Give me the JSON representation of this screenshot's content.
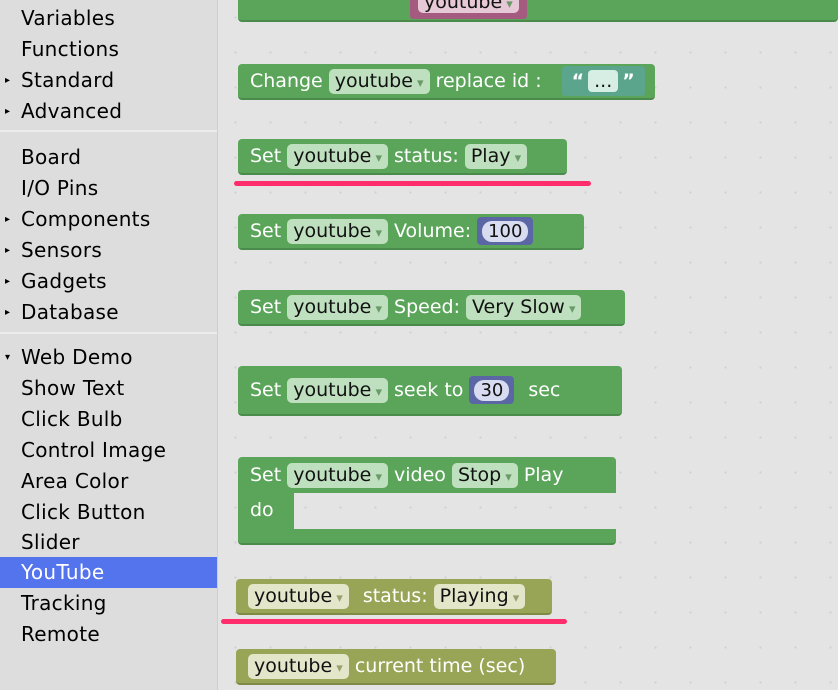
{
  "sidebar": {
    "items": [
      {
        "label": "Variables",
        "arrow": ""
      },
      {
        "label": "Functions",
        "arrow": ""
      },
      {
        "label": "Standard",
        "arrow": "▸"
      },
      {
        "label": "Advanced",
        "arrow": "▸"
      },
      {
        "label": "Board",
        "arrow": ""
      },
      {
        "label": "I/O Pins",
        "arrow": ""
      },
      {
        "label": "Components",
        "arrow": "▸"
      },
      {
        "label": "Sensors",
        "arrow": "▸"
      },
      {
        "label": "Gadgets",
        "arrow": "▸"
      },
      {
        "label": "Database",
        "arrow": "▸"
      },
      {
        "label": "Web Demo",
        "arrow": "▾"
      },
      {
        "label": "Show Text",
        "arrow": ""
      },
      {
        "label": "Click Bulb",
        "arrow": ""
      },
      {
        "label": "Control Image",
        "arrow": ""
      },
      {
        "label": "Area Color",
        "arrow": ""
      },
      {
        "label": "Click Button",
        "arrow": ""
      },
      {
        "label": "Slider",
        "arrow": ""
      },
      {
        "label": "YouTube",
        "arrow": "",
        "selected": true
      },
      {
        "label": "Tracking",
        "arrow": ""
      },
      {
        "label": "Remote",
        "arrow": ""
      }
    ]
  },
  "blocks": {
    "top": {
      "var": "youtube"
    },
    "change": {
      "word": "Change",
      "var": "youtube",
      "label": "replace id :",
      "open_quote": "“",
      "value": "...",
      "close_quote": "”"
    },
    "status": {
      "word": "Set",
      "var": "youtube",
      "label": "status:",
      "value": "Play"
    },
    "volume": {
      "word": "Set",
      "var": "youtube",
      "label": "Volume:",
      "value": "100"
    },
    "speed": {
      "word": "Set",
      "var": "youtube",
      "label": "Speed:",
      "value": "Very Slow"
    },
    "seek": {
      "word": "Set",
      "var": "youtube",
      "label": "seek to",
      "value": "30",
      "unit": "sec"
    },
    "video": {
      "word": "Set",
      "var": "youtube",
      "label": "video",
      "value": "Stop",
      "suffix": "Play",
      "do": "do"
    },
    "get_status": {
      "var": "youtube",
      "label": "status:",
      "value": "Playing"
    },
    "time": {
      "var": "youtube",
      "label": "current time (sec)"
    }
  },
  "colors": {
    "green": "#5ba55b",
    "olive": "#98a557",
    "highlight": "#ff2d6c",
    "selected": "#5474ed"
  }
}
